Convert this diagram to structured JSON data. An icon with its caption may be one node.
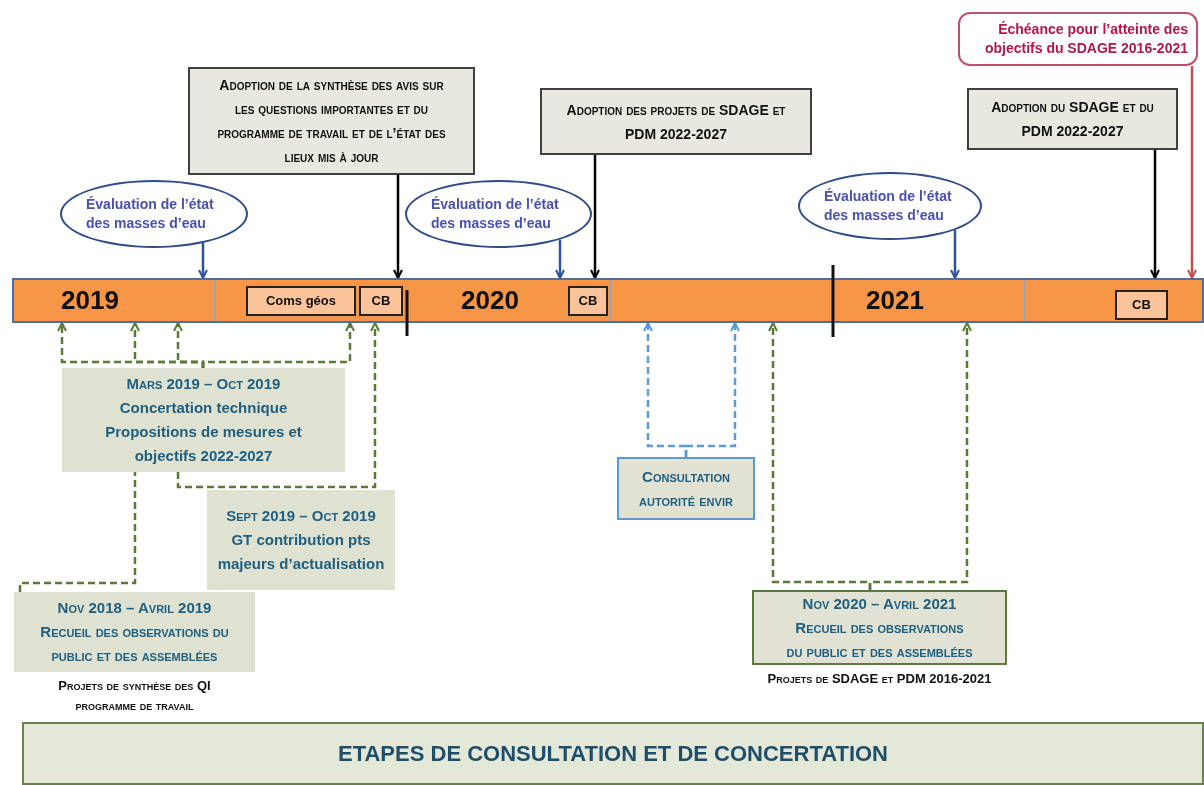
{
  "diagram": {
    "nodes": [
      {
        "text": [
          "Échéance pour l’atteinte des objectifs du SDAGE 2016-2021"
        ]
      },
      {
        "text": [
          "Adoption de la synthèse des avis sur les questions importantes et du programme de travail et de l’état des lieux mis à jour"
        ]
      },
      {
        "text": [
          "Adoption des projets de SDAGE et PDM 2022-2027"
        ]
      },
      {
        "text": [
          "Adoption du SDAGE et du PDM 2022-2027"
        ]
      },
      {
        "text": [
          "Évaluation de l’état des masses d’eau"
        ]
      },
      {
        "text": [
          "Évaluation de l’état des masses d’eau"
        ]
      },
      {
        "text": [
          "Évaluation de l’état des masses d’eau"
        ]
      },
      {
        "text": [],
        "shape": "bar"
      },
      {
        "text": [
          "2019"
        ],
        "in": 7
      },
      {
        "text": [
          "Coms géos"
        ],
        "in": 7
      },
      {
        "text": [
          "CB"
        ],
        "in": 7
      },
      {
        "text": [
          "2020"
        ],
        "in": 7
      },
      {
        "text": [
          "CB"
        ],
        "in": 7
      },
      {
        "text": [
          "2021"
        ],
        "in": 7
      },
      {
        "text": [
          "CB"
        ],
        "in": 7
      },
      {
        "text": [
          "Mars 2019 – Oct 2019",
          "Concertation technique",
          "Propositions de mesures et objectifs 2022-2027"
        ]
      },
      {
        "text": [
          "Sept 2019 – Oct 2019",
          "GT contribution pts majeurs d’actualisation"
        ]
      },
      {
        "text": [
          "Consultation autorité envir"
        ]
      },
      {
        "text": [
          "Nov 2018 – Avril 2019",
          "Recueil des observations du public et des assemblées"
        ],
        "beside": [
          "Projets de synthèse des QI programme de travail"
        ]
      },
      {
        "text": [
          "Nov 2020 – Avril 2021",
          "Recueil des observations du public et des assemblées"
        ],
        "beside": [
          "Projets de SDAGE et PDM 2016-2021"
        ]
      },
      {
        "text": [
          "ETAPES DE CONSULTATION ET DE CONCERTATION"
        ]
      }
    ],
    "edges": [
      {
        "from": 0,
        "to": 7,
        "arrow": "to",
        "color": "#c0504d"
      },
      {
        "from": 1,
        "to": 7,
        "arrow": "to",
        "color": "#000000"
      },
      {
        "from": 2,
        "to": 7,
        "arrow": "to",
        "color": "#000000"
      },
      {
        "from": 3,
        "to": 7,
        "arrow": "to",
        "color": "#000000"
      },
      {
        "from": 4,
        "to": 7,
        "arrow": "to",
        "color": "#2f5597"
      },
      {
        "from": 5,
        "to": 7,
        "arrow": "to",
        "color": "#2f5597"
      },
      {
        "from": 6,
        "to": 7,
        "arrow": "to",
        "color": "#2f5597"
      },
      {
        "from": 15,
        "to": 7,
        "arrow": "to",
        "style": "dashed"
      },
      {
        "from": 15,
        "to": 7,
        "arrow": "to",
        "style": "dashed"
      },
      {
        "from": 15,
        "to": 7,
        "arrow": "to",
        "style": "dashed"
      },
      {
        "from": 15,
        "to": 7,
        "arrow": "to",
        "style": "dashed"
      },
      {
        "from": 15,
        "to": 7,
        "arrow": "to",
        "style": "dashed"
      },
      {
        "from": 18,
        "to": 15,
        "arrow": "none",
        "style": "dashed"
      },
      {
        "from": 17,
        "to": 7,
        "arrow": "to",
        "style": "dashed",
        "color": "#5b9bd5"
      },
      {
        "from": 17,
        "to": 7,
        "arrow": "to",
        "style": "dashed",
        "color": "#5b9bd5"
      },
      {
        "from": 19,
        "to": 7,
        "arrow": "to",
        "style": "dashed"
      },
      {
        "from": 19,
        "to": 7,
        "arrow": "to",
        "style": "dashed"
      }
    ]
  }
}
